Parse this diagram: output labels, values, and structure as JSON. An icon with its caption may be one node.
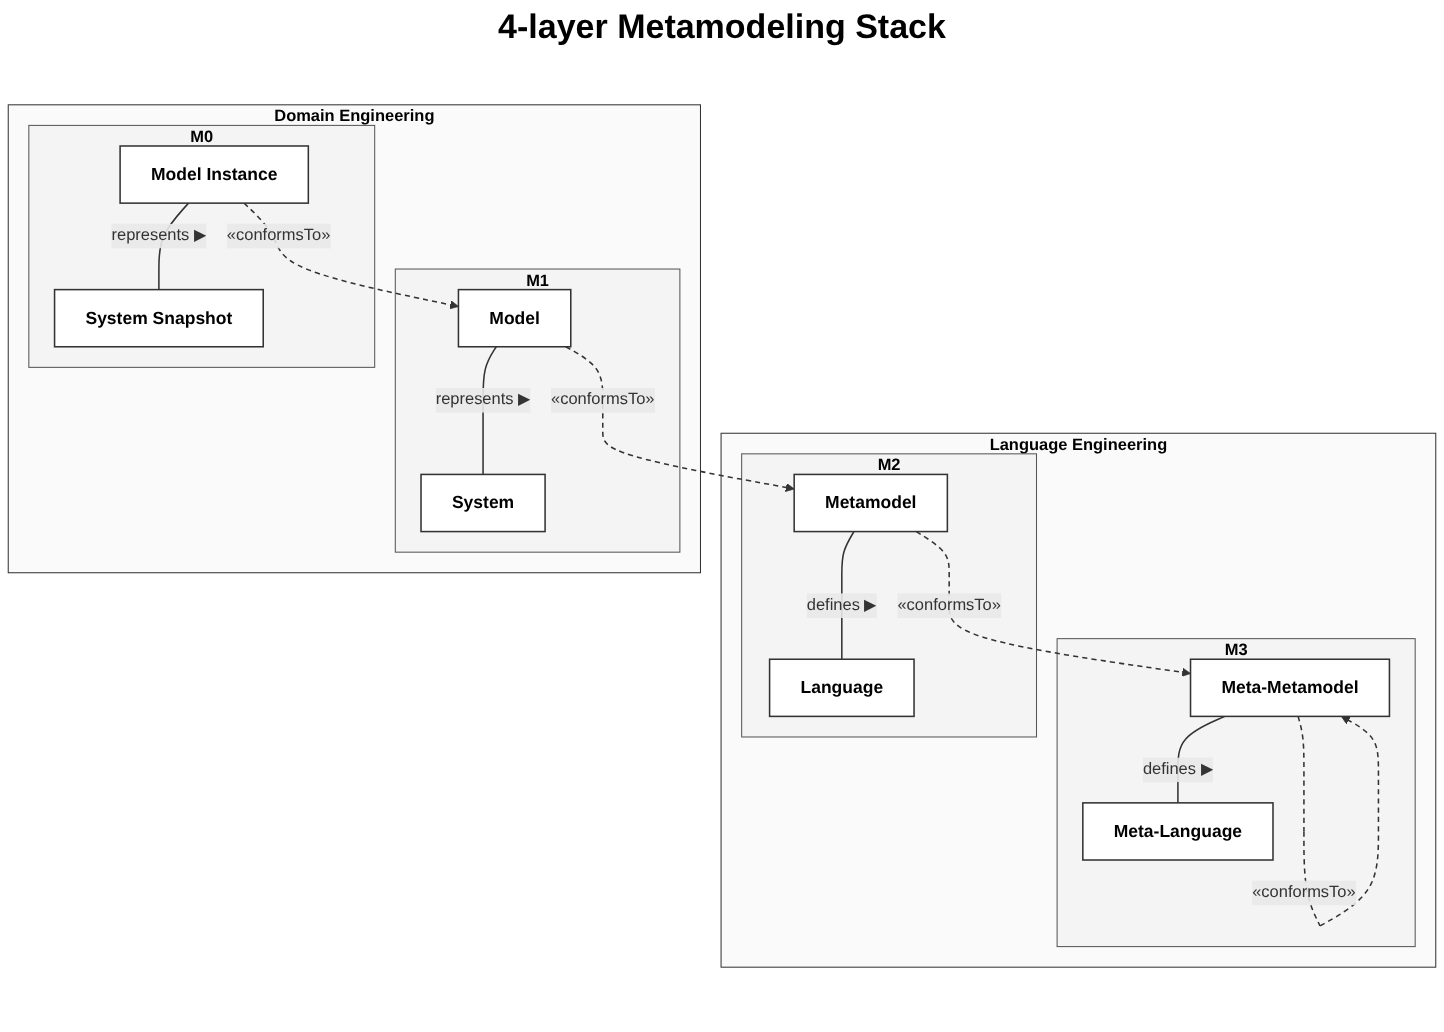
{
  "diagram": {
    "title": "4-layer Metamodeling Stack",
    "nodes": [
      {
        "text": [
          "Language Engineering"
        ]
      },
      {
        "text": [
          "M3"
        ],
        "in": 0
      },
      {
        "text": [
          "Meta-Metamodel"
        ],
        "in": 1
      },
      {
        "text": [
          "Meta-Language"
        ],
        "in": 1
      },
      {
        "text": [
          "M2"
        ],
        "in": 0
      },
      {
        "text": [
          "Metamodel"
        ],
        "in": 4
      },
      {
        "text": [
          "Language"
        ],
        "in": 4
      },
      {
        "text": [
          "Domain Engineering"
        ]
      },
      {
        "text": [
          "M1"
        ],
        "in": 7
      },
      {
        "text": [
          "Model"
        ],
        "in": 8
      },
      {
        "text": [
          "System"
        ],
        "in": 8
      },
      {
        "text": [
          "M0"
        ],
        "in": 7
      },
      {
        "text": [
          "Model Instance"
        ],
        "in": 11
      },
      {
        "text": [
          "System Snapshot"
        ],
        "in": 11
      }
    ],
    "edges": [
      {
        "from": 2,
        "to": 2,
        "arrow": "to",
        "style": "dashed",
        "label": "«conformsTo»"
      },
      {
        "from": 2,
        "to": 3,
        "arrow": "none",
        "label": "defines ▶"
      },
      {
        "from": 5,
        "to": 2,
        "arrow": "to",
        "style": "dashed",
        "label": "«conformsTo»"
      },
      {
        "from": 5,
        "to": 6,
        "arrow": "none",
        "label": "defines ▶"
      },
      {
        "from": 9,
        "to": 5,
        "arrow": "to",
        "style": "dashed",
        "label": "«conformsTo»"
      },
      {
        "from": 9,
        "to": 10,
        "arrow": "none",
        "label": "represents ▶"
      },
      {
        "from": 12,
        "to": 9,
        "arrow": "to",
        "style": "dashed",
        "label": "«conformsTo»"
      },
      {
        "from": 12,
        "to": 13,
        "arrow": "none",
        "label": "represents ▶"
      }
    ]
  }
}
